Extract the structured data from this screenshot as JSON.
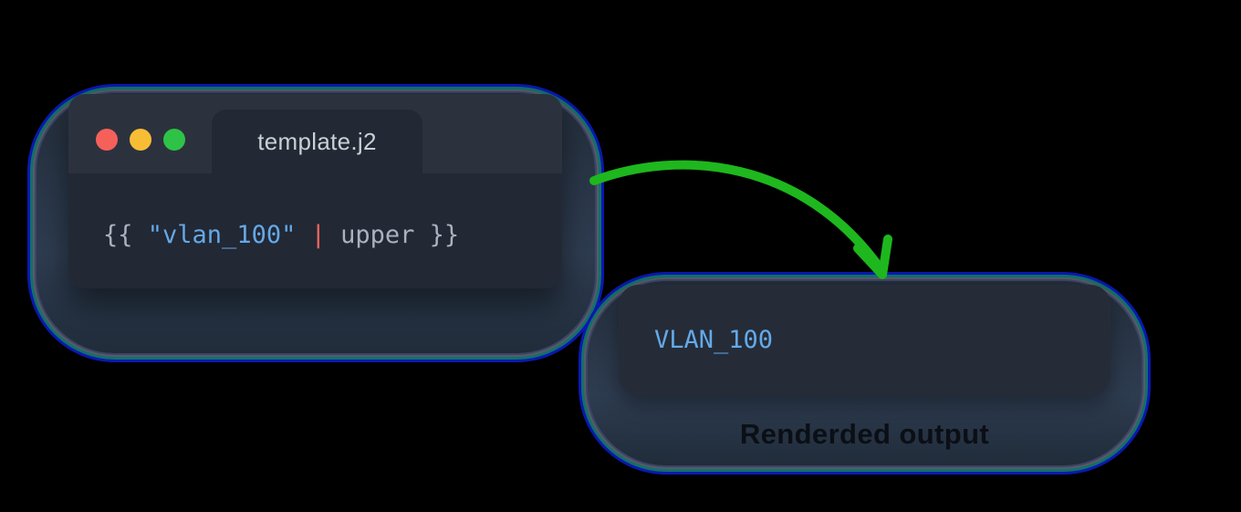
{
  "stage": {
    "background": "#000000"
  },
  "editor_card": {
    "window": {
      "controls": [
        {
          "name": "close",
          "color": "#f5615a"
        },
        {
          "name": "minimize",
          "color": "#f9bd35"
        },
        {
          "name": "maximize",
          "color": "#2ec346"
        }
      ],
      "tab": {
        "label": "template.j2"
      },
      "code_segments": [
        {
          "text": "{{ ",
          "color": "#a9b2bf"
        },
        {
          "text": "\"vlan_100\"",
          "color": "#64a9e8"
        },
        {
          "text": " ",
          "color": "#a9b2bf"
        },
        {
          "text": "|",
          "color": "#ee655e"
        },
        {
          "text": " upper ",
          "color": "#a9b2bf"
        },
        {
          "text": "}}",
          "color": "#a9b2bf"
        }
      ]
    }
  },
  "output_card": {
    "result": "VLAN_100",
    "result_color": "#64a9e8",
    "caption": "Renderded output"
  },
  "arrow": {
    "color": "#1eb71e"
  }
}
